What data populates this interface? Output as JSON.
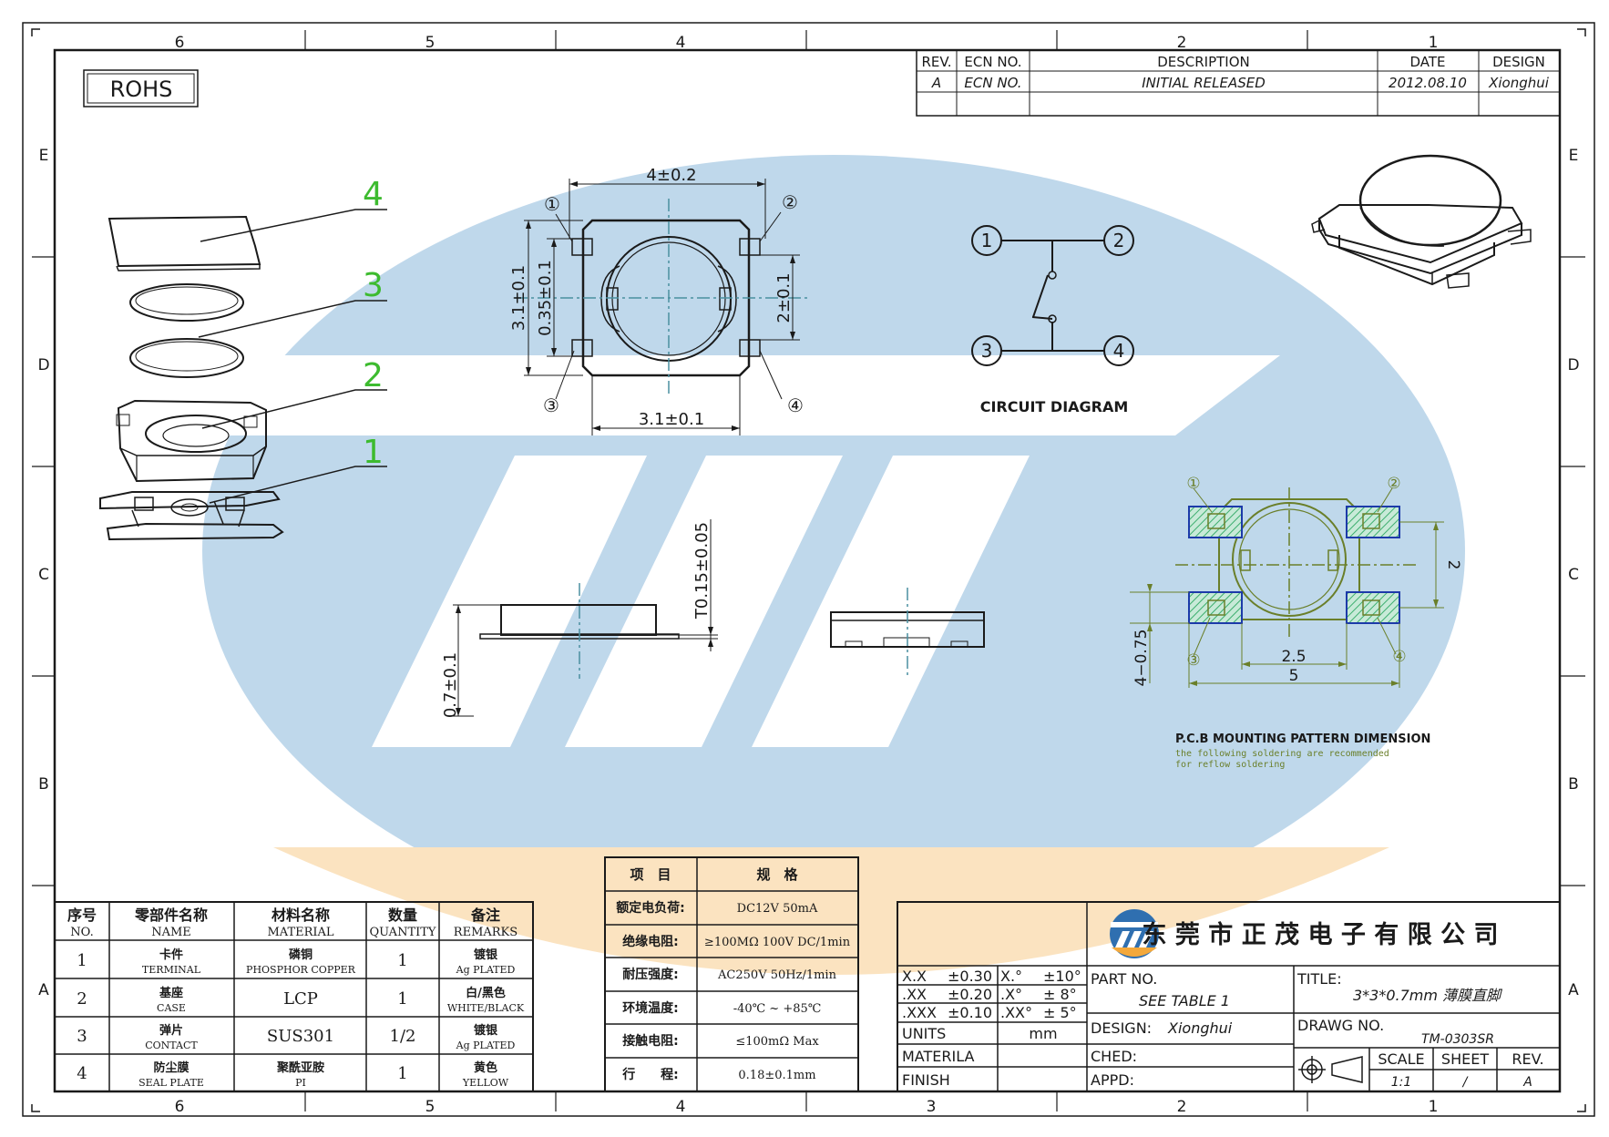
{
  "grid": {
    "columns": [
      "6",
      "5",
      "4",
      "3",
      "2",
      "1"
    ],
    "rows": [
      "E",
      "D",
      "C",
      "B",
      "A"
    ]
  },
  "rohs": "ROHS",
  "revision_table": {
    "headers": [
      "REV.",
      "ECN NO.",
      "DESCRIPTION",
      "DATE",
      "DESIGN"
    ],
    "row": [
      "A",
      "ECN NO.",
      "INITIAL RELEASED",
      "2012.08.10",
      "Xionghui"
    ]
  },
  "exploded_view": {
    "labels": [
      "4",
      "3",
      "2",
      "1"
    ]
  },
  "top_view": {
    "dim_width": "4±0.2",
    "dim_height": "3.1±0.1",
    "dim_inner": "0.35±0.1",
    "dim_right": "2±0.1",
    "dim_bottom": "3.1±0.1",
    "pins": [
      "①",
      "②",
      "③",
      "④"
    ]
  },
  "side_view": {
    "dim_t": "T0.15±0.05",
    "dim_h": "0.7±0.1"
  },
  "circuit": {
    "pins": [
      "1",
      "2",
      "3",
      "4"
    ],
    "caption": "CIRCUIT DIAGRAM"
  },
  "pcb": {
    "pins": [
      "①",
      "②",
      "③",
      "④"
    ],
    "dim_2": "2",
    "dim_25": "2.5",
    "dim_5": "5",
    "dim_075": "4−0.75",
    "caption": "P.C.B MOUNTING PATTERN DIMENSION",
    "note_line1": "the following soldering are recommended",
    "note_line2": "for reflow soldering"
  },
  "bom": {
    "headers": [
      {
        "cn": "序号",
        "en": "NO."
      },
      {
        "cn": "零部件名称",
        "en": "NAME"
      },
      {
        "cn": "材料名称",
        "en": "MATERIAL"
      },
      {
        "cn": "数量",
        "en": "QUANTITY"
      },
      {
        "cn": "备注",
        "en": "REMARKS"
      }
    ],
    "rows": [
      {
        "no": "1",
        "name_cn": "卡件",
        "name_en": "TERMINAL",
        "mat_cn": "磷铜",
        "mat_en": "PHOSPHOR COPPER",
        "qty": "1",
        "rem_cn": "镀银",
        "rem_en": "Ag PLATED"
      },
      {
        "no": "2",
        "name_cn": "基座",
        "name_en": "CASE",
        "mat_cn": "",
        "mat_en": "LCP",
        "qty": "1",
        "rem_cn": "白/黑色",
        "rem_en": "WHITE/BLACK"
      },
      {
        "no": "3",
        "name_cn": "弹片",
        "name_en": "CONTACT",
        "mat_cn": "",
        "mat_en": "SUS301",
        "qty": "1/2",
        "rem_cn": "镀银",
        "rem_en": "Ag PLATED"
      },
      {
        "no": "4",
        "name_cn": "防尘膜",
        "name_en": "SEAL PLATE",
        "mat_cn": "聚酰亚胺",
        "mat_en": "PI",
        "qty": "1",
        "rem_cn": "黄色",
        "rem_en": "YELLOW"
      }
    ]
  },
  "spec": {
    "headers": [
      "项　目",
      "规　格"
    ],
    "rows": [
      [
        "额定电负荷:",
        "DC12V 50mA"
      ],
      [
        "绝缘电阻:",
        "≥100MΩ 100V DC/1min"
      ],
      [
        "耐压强度:",
        "AC250V 50Hz/1min"
      ],
      [
        "环境温度:",
        "-40℃ ~ +85℃"
      ],
      [
        "接触电阻:",
        "≤100mΩ Max"
      ],
      [
        "行　　程:",
        "0.18±0.1mm"
      ]
    ]
  },
  "title_block": {
    "company": "东 莞 市 正 茂 电 子 有 限 公 司",
    "tolerances": [
      [
        "X.X",
        "±0.30",
        "X.°",
        "±10°"
      ],
      [
        ".XX",
        "±0.20",
        ".X°",
        "±  8°"
      ],
      [
        ".XXX",
        "±0.10",
        ".XX°",
        "±  5°"
      ]
    ],
    "units_label": "UNITS",
    "units_value": "mm",
    "materila_label": "MATERILA",
    "finish_label": "FINISH",
    "part_no_label": "PART NO.",
    "part_no_value": "SEE TABLE 1",
    "design_label": "DESIGN:",
    "design_value": "Xionghui",
    "ched_label": "CHED:",
    "appd_label": "APPD:",
    "title_label": "TITLE:",
    "title_value": "3*3*0.7mm 薄膜直脚",
    "drawg_label": "DRAWG NO.",
    "drawg_value": "TM-0303SR",
    "scale_label": "SCALE",
    "scale_value": "1:1",
    "sheet_label": "SHEET",
    "sheet_value": "/",
    "rev_label": "REV.",
    "rev_value": "A"
  }
}
